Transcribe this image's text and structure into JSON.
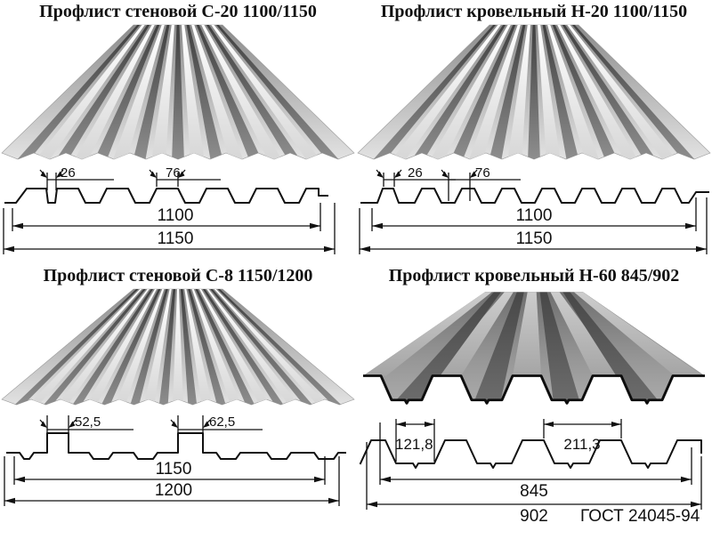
{
  "colors": {
    "background": "#ffffff",
    "line": "#111111",
    "sheet_light": "#e8e8e8",
    "sheet_dark": "#4a4a4a"
  },
  "standard_label": "ГОСТ 24045-94",
  "panels": [
    {
      "title": "Профлист стеновой С-20 1100/1150",
      "dims": {
        "a": "26",
        "b": "76",
        "inner": "1100",
        "outer": "1150"
      }
    },
    {
      "title": "Профлист кровельный Н-20 1100/1150",
      "dims": {
        "a": "26",
        "b": "76",
        "inner": "1100",
        "outer": "1150"
      }
    },
    {
      "title": "Профлист стеновой С-8 1150/1200",
      "dims": {
        "a": "52,5",
        "b": "62,5",
        "inner": "1150",
        "outer": "1200"
      }
    },
    {
      "title": "Профлист кровельный Н-60 845/902",
      "dims": {
        "a": "121,8",
        "b": "211,3",
        "inner": "845",
        "outer": "902"
      }
    }
  ]
}
